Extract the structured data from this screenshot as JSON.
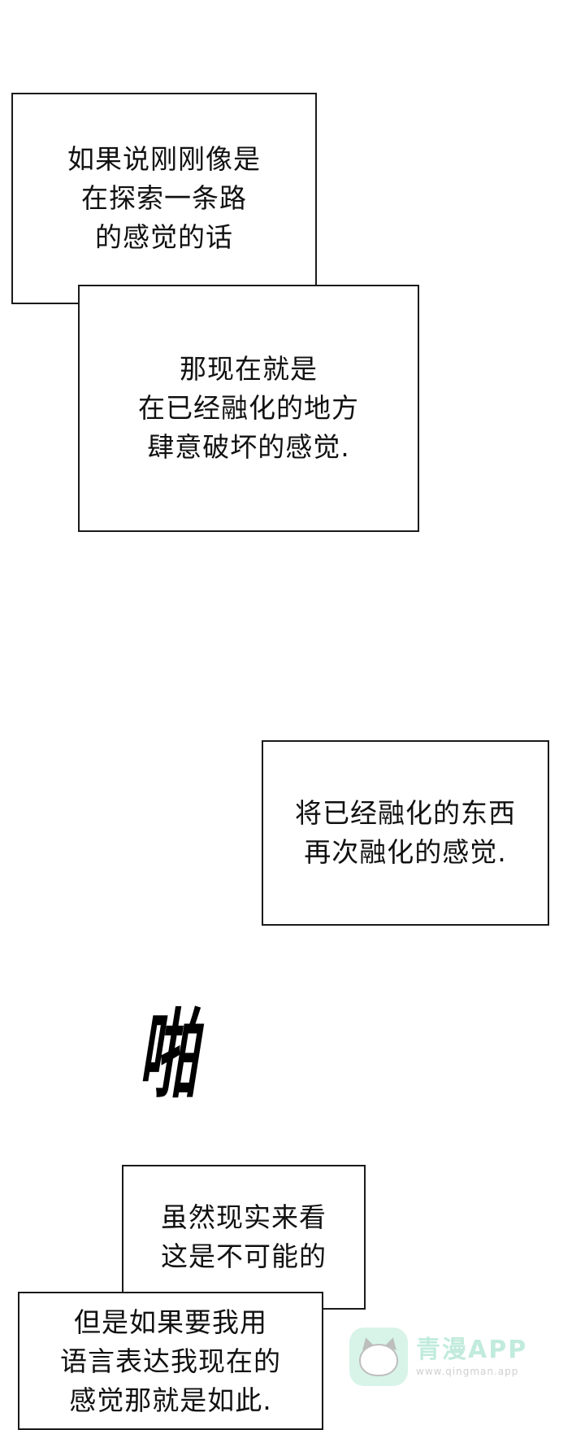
{
  "panels": [
    {
      "lines": [
        "如果说刚刚像是",
        "在探索一条路",
        "的感觉的话"
      ]
    },
    {
      "lines": [
        "那现在就是",
        "在已经融化的地方",
        "肆意破坏的感觉."
      ]
    },
    {
      "lines": [
        "将已经融化的东西",
        "再次融化的感觉."
      ]
    },
    {
      "lines": [
        "虽然现实来看",
        "这是不可能的"
      ]
    },
    {
      "lines": [
        "但是如果要我用",
        "语言表达我现在的",
        "感觉那就是如此."
      ]
    }
  ],
  "sound_effect": "啪",
  "watermark": {
    "logo_icon": "cat-face-icon",
    "logo_color": "#b9ecd6",
    "name": "青漫APP",
    "url": "www.qingman.app"
  }
}
